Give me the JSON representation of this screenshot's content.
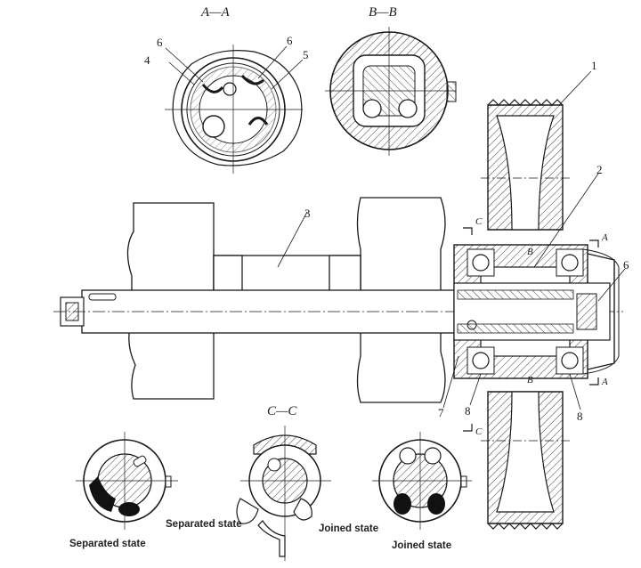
{
  "colors": {
    "ink": "#1a1a1a",
    "hatch": "#444444",
    "solid": "#111111",
    "paper": "#ffffff"
  },
  "section_titles": {
    "aa": "A—A",
    "bb": "B—B",
    "cc": "C—C"
  },
  "part_numbers": {
    "n1": "1",
    "n2": "2",
    "n3": "3",
    "n4": "4",
    "n5": "5",
    "n6a": "6",
    "n6b": "6",
    "n6c": "6",
    "n7": "7",
    "n8a": "8",
    "n8b": "8"
  },
  "cut_marks": {
    "c_top": "C",
    "c_bottom": "C",
    "a_top": "A",
    "a_bottom": "A",
    "b_top": "B",
    "b_bottom": "B"
  },
  "captions": {
    "sep_left": "Separated state",
    "sep_mid": "Separated state",
    "join_mid": "Joined state",
    "join_right": "Joined state"
  }
}
